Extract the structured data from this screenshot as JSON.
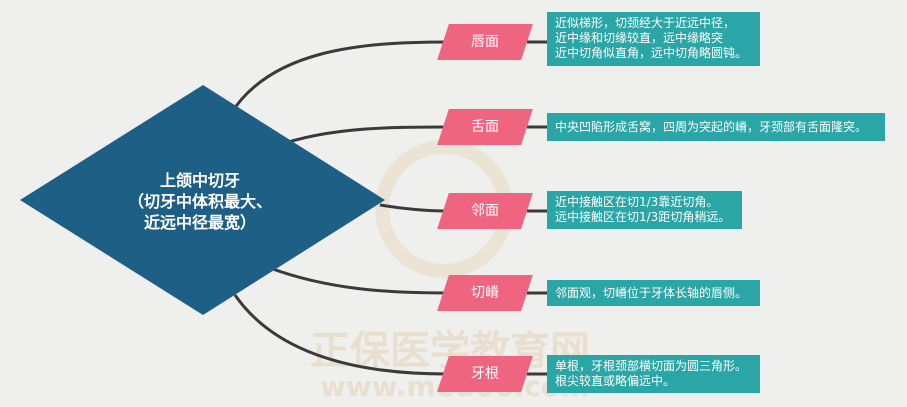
{
  "center": {
    "line1": "上颌中切牙",
    "line2": "（切牙中体积最大、",
    "line3": "近远中径最宽）"
  },
  "branches": [
    {
      "label": "唇面",
      "info": "近似梯形，切颈经大于近远中径，\n近中缘和切缘较直，远中缘略突\n近中切角似直角，远中切角略圆钝。"
    },
    {
      "label": "舌面",
      "info": "中央凹陷形成舌窝，四周为突起的嵴，牙颈部有舌面隆突。"
    },
    {
      "label": "邻面",
      "info": "近中接触区在切1/3靠近切角。\n远中接触区在切1/3距切角稍远。"
    },
    {
      "label": "切嵴",
      "info": "邻面观，切嵴位于牙体长轴的唇侧。"
    },
    {
      "label": "牙根",
      "info": "单根，牙根颈部横切面为圆三角形。\n根尖较直或略偏远中。"
    }
  ],
  "watermark": {
    "cn": "正保医学教育网",
    "url": "www.med66.com"
  },
  "colors": {
    "center": "#1e5f86",
    "node": "#ef6580",
    "info": "#2ba6a6",
    "line": "#3a3a3a"
  }
}
